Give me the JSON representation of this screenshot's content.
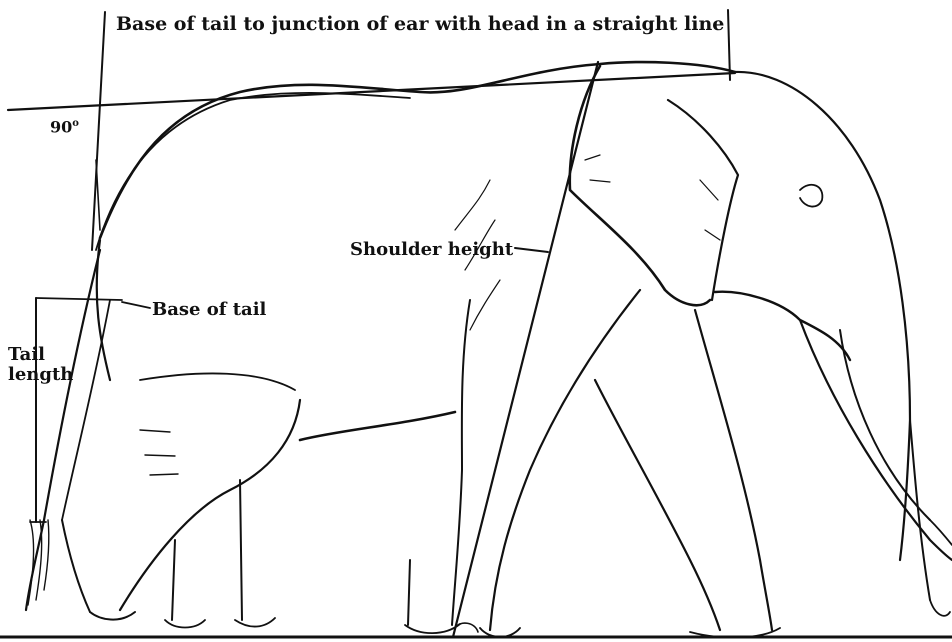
{
  "labels": {
    "title": "Base of tail to junction of ear with head in a straight line",
    "angle": "90",
    "angle_sup": "o",
    "shoulder_height": "Shoulder height",
    "base_of_tail": "Base of tail",
    "tail_length_line1": "Tail",
    "tail_length_line2": "length"
  },
  "colors": {
    "ink": "#111111",
    "background": "#ffffff"
  }
}
